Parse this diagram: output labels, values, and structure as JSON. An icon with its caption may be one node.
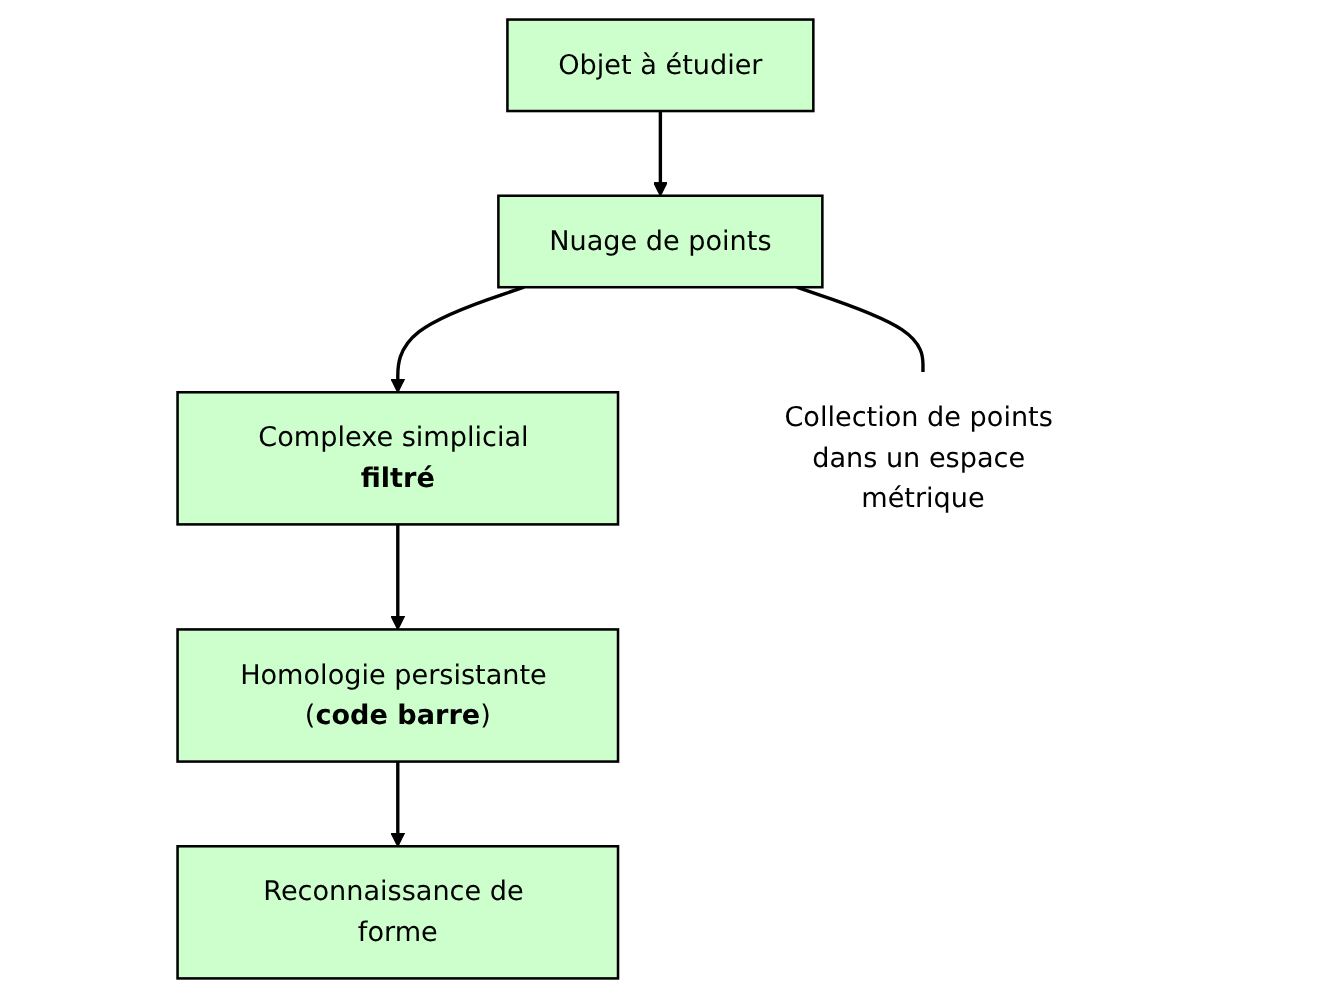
{
  "diagram": {
    "nodes": [
      {
        "text": [
          "Objet à étudier"
        ]
      },
      {
        "text": [
          "Nuage de points"
        ]
      },
      {
        "text": [
          "Complexe simplicial **filtré**"
        ]
      },
      {
        "text": [
          "Homologie persistante (**code barre**)"
        ]
      },
      {
        "text": [
          "Reconnaissance de forme"
        ]
      },
      {
        "text": [
          "Collection de points dans un espace métrique"
        ]
      }
    ],
    "edges": [
      {
        "from": 0,
        "to": 1,
        "arrow": "to"
      },
      {
        "from": 1,
        "to": 2,
        "arrow": "to"
      },
      {
        "from": 2,
        "to": 3,
        "arrow": "to"
      },
      {
        "from": 3,
        "to": 4,
        "arrow": "to"
      },
      {
        "from": 1,
        "to": 5,
        "arrow": "none"
      }
    ]
  }
}
